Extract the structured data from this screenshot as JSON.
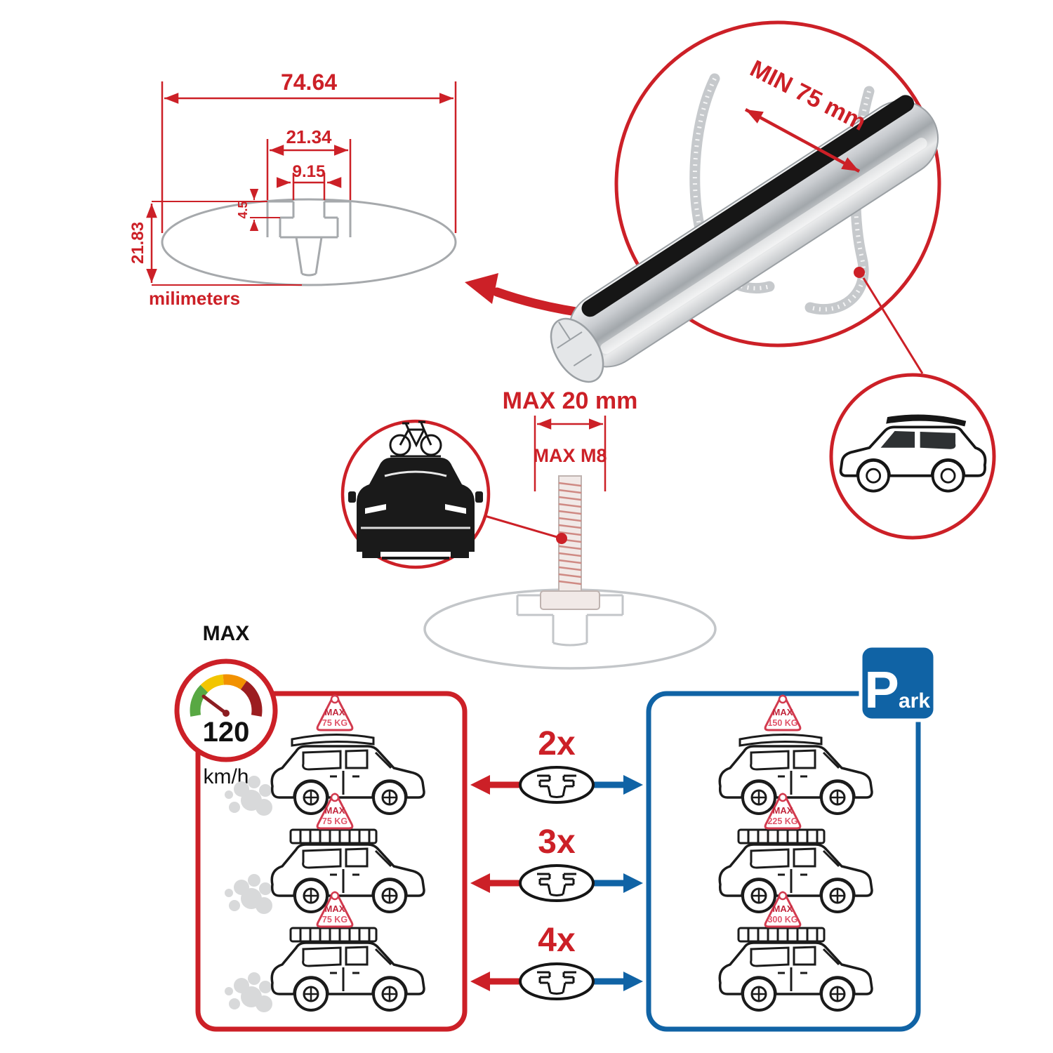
{
  "cross_section": {
    "total_width": "74.64",
    "upper_width": "21.34",
    "slot_width": "9.15",
    "lip_depth": "4.5",
    "total_height": "21.83",
    "units_label": "milimeters"
  },
  "clamp": {
    "min_span": "MIN 75 mm"
  },
  "bolt": {
    "max_depth": "MAX 20 mm",
    "max_thread": "MAX M8"
  },
  "speedometer": {
    "title": "MAX",
    "value": "120",
    "units": "km/h"
  },
  "parking_sign": {
    "p": "P",
    "ark": "ark"
  },
  "rows": [
    {
      "multiplier": "2x",
      "drive_sign": {
        "title": "MAX",
        "load": "75 KG"
      },
      "park_sign": {
        "title": "MAX",
        "load": "150 KG"
      }
    },
    {
      "multiplier": "3x",
      "drive_sign": {
        "title": "MAX",
        "load": "75 KG"
      },
      "park_sign": {
        "title": "MAX",
        "load": "225 KG"
      }
    },
    {
      "multiplier": "4x",
      "drive_sign": {
        "title": "MAX",
        "load": "75 KG"
      },
      "park_sign": {
        "title": "MAX",
        "load": "300 KG"
      }
    }
  ],
  "colors": {
    "red": "#cc2027",
    "blue": "#1063a5",
    "profile_grey": "#a6a9ac"
  }
}
